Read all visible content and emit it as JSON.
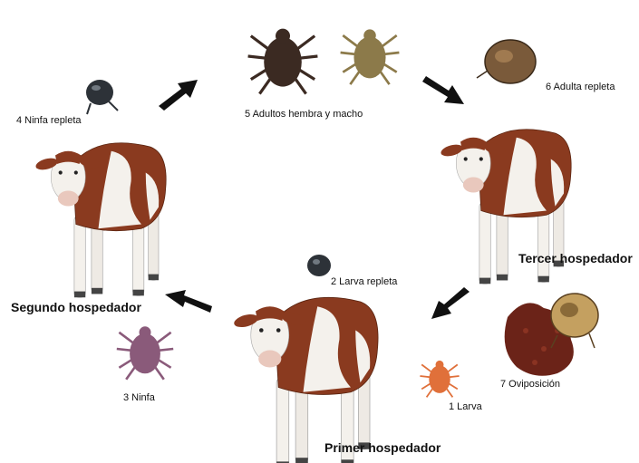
{
  "labels": {
    "adults": "5 Adultos hembra y macho",
    "adult_repleta": "6 Adulta repleta",
    "ninfa_repleta": "4  Ninfa repleta",
    "segundo": "Segundo  hospedador",
    "ninfa": "3 Ninfa",
    "larva_repleta": "2 Larva repleta",
    "primer": "Primer hospedador",
    "tercer": "Tercer hospedador",
    "larva": "1 Larva",
    "oviposicion": "7 Oviposición"
  },
  "colors": {
    "calf_brown": "#8a3a1f",
    "calf_white": "#f4f1ec",
    "arrow": "#111111",
    "tick_dark": "#3b2a22",
    "tick_light": "#8c7a4a",
    "egg_mass": "#6b2318",
    "larva": "#e0703a",
    "ninfa": "#8a5a7a"
  }
}
